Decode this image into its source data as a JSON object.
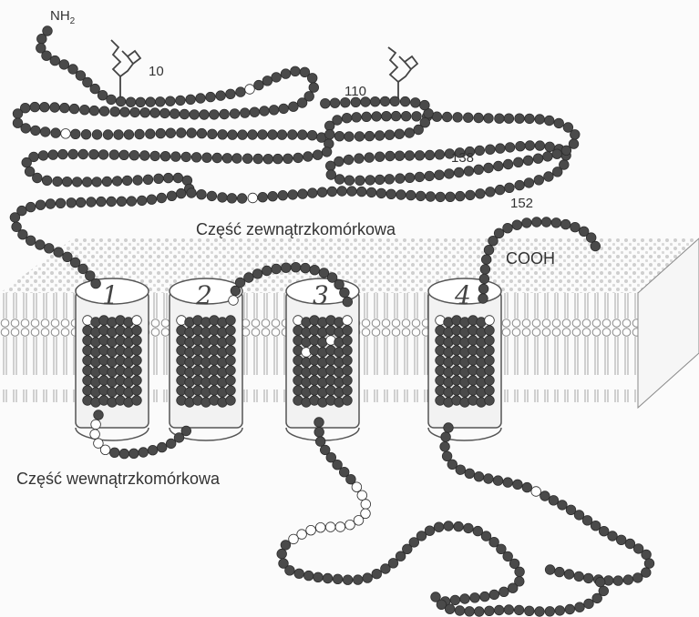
{
  "labels": {
    "n_terminus": "NH",
    "n_terminus_sub": "2",
    "c_terminus": "COOH",
    "extracellular": "Część zewnątrzkomórkowa",
    "intracellular": "Część wewnątrzkomórkowa"
  },
  "residue_markers": [
    "10",
    "110",
    "138",
    "152"
  ],
  "helices": [
    "1",
    "2",
    "3",
    "4"
  ],
  "colors": {
    "residue_dark": "#4a4a4a",
    "residue_light": "#ffffff",
    "membrane_line": "#8a8a8a",
    "dots": "#c8c8c8"
  }
}
